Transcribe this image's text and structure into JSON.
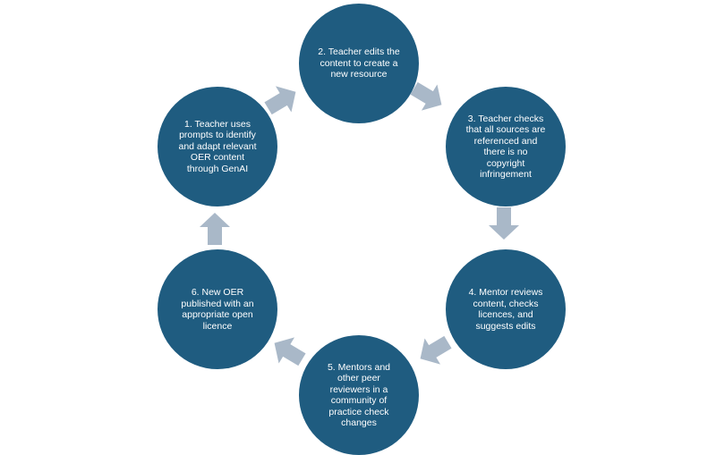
{
  "diagram": {
    "steps": [
      {
        "id": 1,
        "label": "1. Teacher uses\nprompts to identify\nand adapt relevant\nOER content\nthrough GenAI"
      },
      {
        "id": 2,
        "label": "2. Teacher edits the\ncontent to create a\nnew resource"
      },
      {
        "id": 3,
        "label": "3. Teacher checks\nthat all sources are\nreferenced and\nthere is no\ncopyright\ninfringement"
      },
      {
        "id": 4,
        "label": "4. Mentor reviews\ncontent, checks\nlicences, and\nsuggests edits"
      },
      {
        "id": 5,
        "label": "5. Mentors and\nother peer\nreviewers in a\ncommunity of\npractice check\nchanges"
      },
      {
        "id": 6,
        "label": "6. New OER\npublished with an\nappropriate open\nlicence"
      }
    ],
    "colors": {
      "node_fill": "#1f5c80",
      "node_text": "#ffffff",
      "arrow_fill": "#a9b8c8"
    },
    "arrow_icon": "block-arrow"
  }
}
